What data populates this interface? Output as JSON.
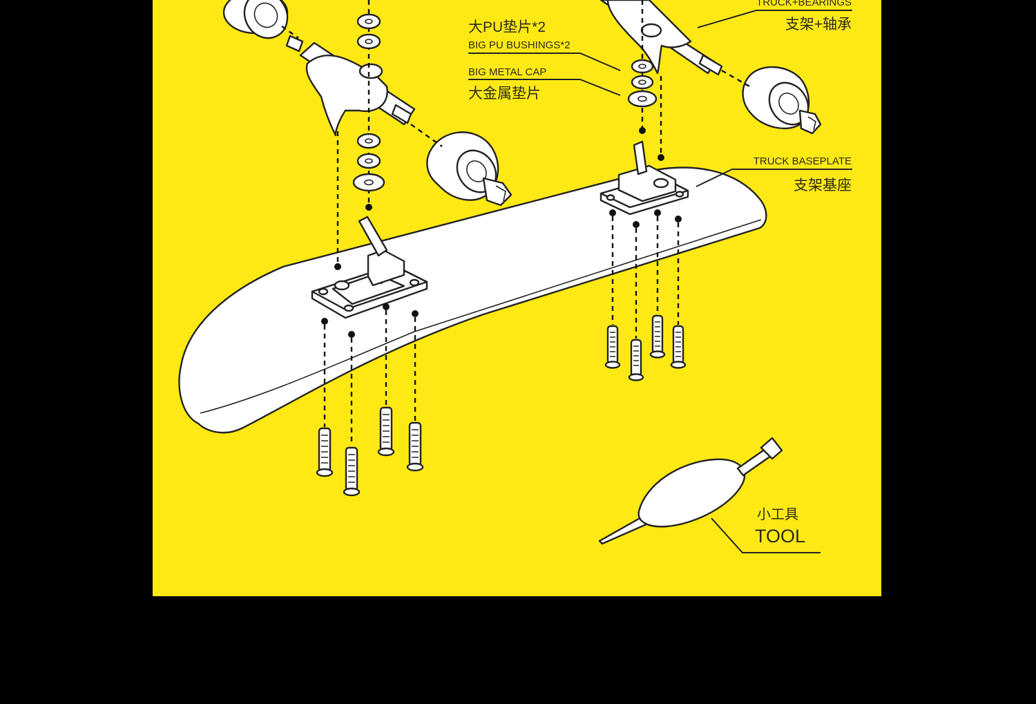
{
  "colors": {
    "background": "#000000",
    "panel": "#FFE915",
    "line": "#222222",
    "part_fill": "#FFFFFF"
  },
  "labels": {
    "truck_bearings": {
      "en": "TRUCK+BEARINGS",
      "cn": "支架+轴承"
    },
    "pu_bushings": {
      "cn": "大PU垫片*2",
      "en": "BIG PU BUSHINGS*2"
    },
    "metal_cap": {
      "en": "BIG METAL CAP",
      "cn": "大金属垫片"
    },
    "baseplate": {
      "en": "TRUCK BASEPLATE",
      "cn": "支架基座"
    },
    "tool": {
      "cn": "小工具",
      "en": "TOOL"
    }
  },
  "icons": {
    "wheel": "wheel-icon",
    "truck": "truck-icon",
    "washer": "washer-icon",
    "screw": "screw-icon",
    "tool": "screwdriver-icon",
    "deck": "deck-icon"
  }
}
